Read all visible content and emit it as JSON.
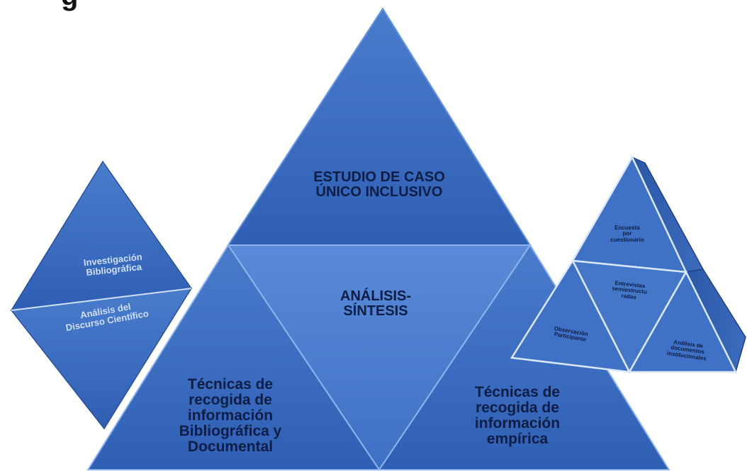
{
  "heading_fragment": "g",
  "colors": {
    "main_blue": "#3d6fc2",
    "mid_blue": "#4b7fd2",
    "dark_edge": "#1e3f86",
    "small_blue": "#3f72c6"
  },
  "center": {
    "top_triangle": "ESTUDIO DE CASO\nÚNICO INCLUSIVO",
    "middle_triangle": "ANÁLISIS-\nSÍNTESIS",
    "bottom_left_triangle": "Técnicas de\nrecogida de\ninformación\nBibliográfica y\nDocumental",
    "bottom_right_triangle": "Técnicas de\nrecogida de\ninformación\nempírica"
  },
  "left_diamond": {
    "upper": "Investigación\nBibliográfica",
    "lower": "Análisis del\nDiscurso Científico"
  },
  "right_pyramid": {
    "top": "Encuesta\npor\ncuestionario",
    "middle": "Entrevistas\nsemiestructu\nradas",
    "left": "Observación\nParticipante",
    "right": "Análisis de\ndocumentos\ninstitucionales"
  }
}
